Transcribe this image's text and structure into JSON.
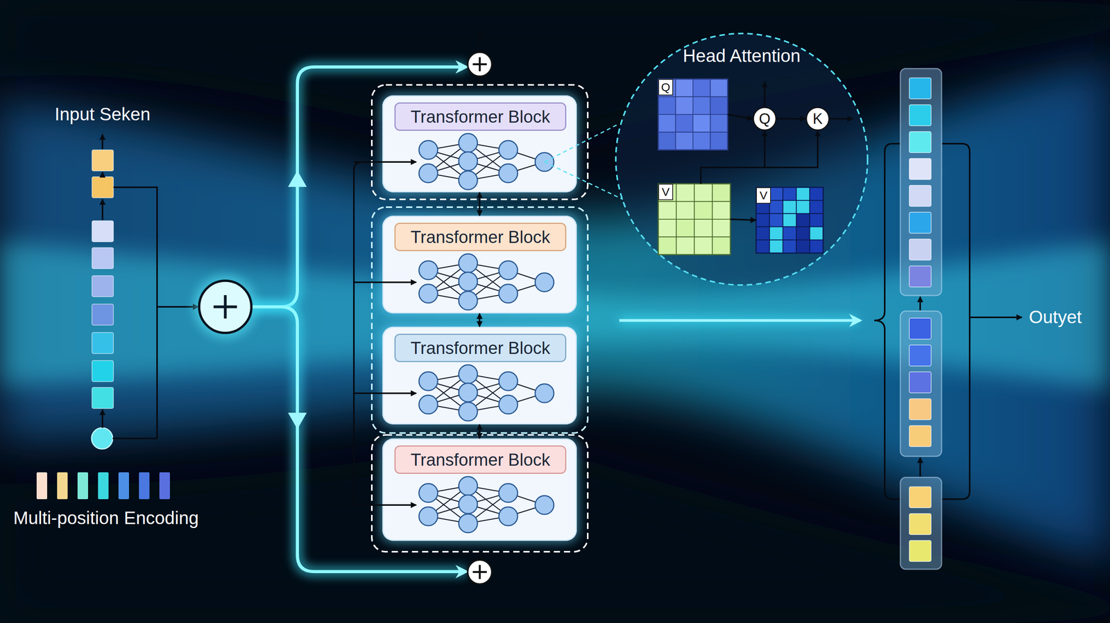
{
  "diagram": {
    "nodes": [
      {
        "text": [
          "Transformer Block"
        ]
      },
      {
        "text": [
          "Transformer Block"
        ]
      },
      {
        "text": [
          "Transformer Block"
        ]
      },
      {
        "text": [
          "Transformer Block"
        ]
      },
      {
        "text": [
          "Head Attention"
        ]
      },
      {
        "text": [
          "Q"
        ],
        "in": 4
      },
      {
        "text": [
          "Q"
        ],
        "in": 4
      },
      {
        "text": [
          "K"
        ],
        "in": 4
      },
      {
        "text": [
          "V"
        ],
        "in": 4
      },
      {
        "text": [
          "V"
        ],
        "in": 4
      }
    ],
    "edges": [
      {
        "from": 0,
        "to": 1,
        "arrow": "both"
      },
      {
        "from": 1,
        "to": 2,
        "arrow": "both"
      },
      {
        "from": 2,
        "to": 3,
        "arrow": "both"
      },
      {
        "from": 5,
        "to": 6,
        "arrow": "to"
      },
      {
        "from": 6,
        "to": 7,
        "arrow": "to"
      },
      {
        "from": 8,
        "to": 6,
        "arrow": "to"
      },
      {
        "from": 8,
        "to": 7,
        "arrow": "to"
      },
      {
        "from": 8,
        "to": 9,
        "arrow": "to"
      }
    ],
    "labels": [
      "Input Seken",
      "Multi-position Encoding",
      "Outyet"
    ]
  }
}
